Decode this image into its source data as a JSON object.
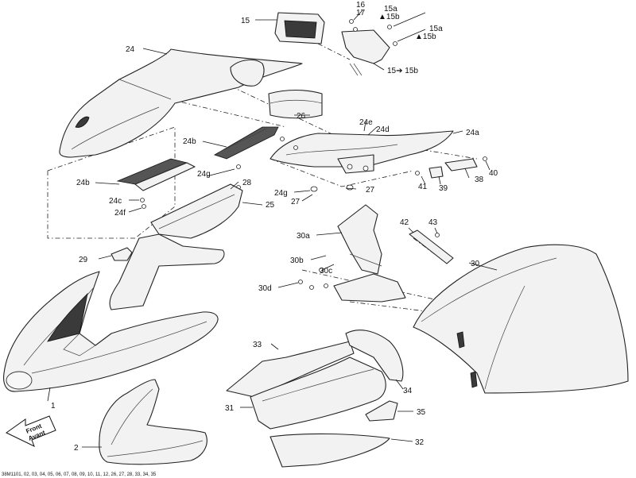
{
  "labels": {
    "l1": "1",
    "l2": "2",
    "l15": "15",
    "l16": "16",
    "l17": "17",
    "l15a_1": "15a",
    "l15b_1": "▲15b",
    "l15a_2": "15a",
    "l15b_2": "▲15b",
    "l15_15b": "15➔ 15b",
    "l24": "24",
    "l24a": "24a",
    "l24b_1": "24b",
    "l24b_2": "24b",
    "l24c": "24c",
    "l24d": "24d",
    "l24e": "24e",
    "l24f": "24f",
    "l24g_1": "24g",
    "l24g_2": "24g",
    "l25": "25",
    "l26": "26",
    "l27_1": "27",
    "l27_2": "27",
    "l28": "28",
    "l29": "29",
    "l30": "30",
    "l30a": "30a",
    "l30b": "30b",
    "l30c": "30c",
    "l30d": "30d",
    "l31": "31",
    "l32": "32",
    "l33": "33",
    "l34": "34",
    "l35": "35",
    "l38": "38",
    "l39": "39",
    "l40": "40",
    "l41": "41",
    "l42": "42",
    "l43": "43"
  },
  "front_arrow": {
    "line1": "Front",
    "line2": "Avant"
  },
  "footer_code": "38M1101, 02, 03, 04, 05, 06, 07, 08, 09, 10, 11, 12, 26, 27, 28, 33, 34, 35"
}
